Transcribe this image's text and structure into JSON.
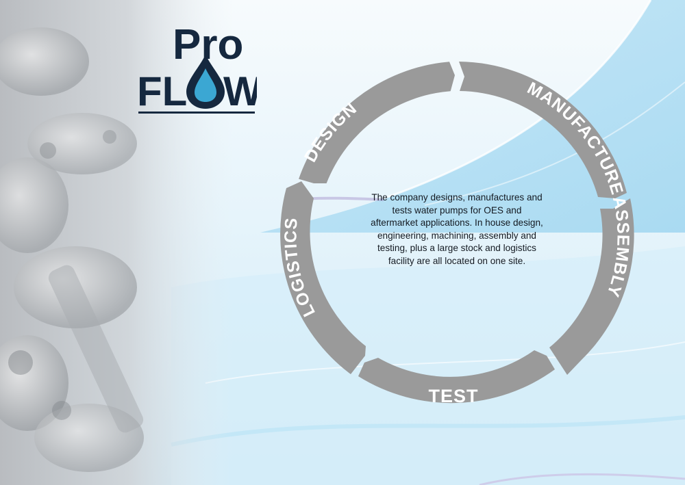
{
  "brand": {
    "line1": "Pro",
    "line2_left": "FL",
    "line2_right": "W",
    "drop_icon": "water-drop-icon",
    "colors": {
      "navy": "#15283f",
      "drop": "#3ba7d3"
    }
  },
  "cycle": {
    "segments": [
      {
        "label": "DESIGN"
      },
      {
        "label": "MANUFACTURE"
      },
      {
        "label": "ASSEMBLY"
      },
      {
        "label": "TEST"
      },
      {
        "label": "LOGISTICS"
      }
    ],
    "color": "#9a9a9a",
    "text_color": "#ffffff"
  },
  "description": {
    "lines": [
      "The company designs, manufactures and",
      "tests water pumps for OES and",
      "aftermarket applications. In house design,",
      "engineering, machining, assembly and",
      "testing, plus a large stock and logistics",
      "facility are all located on one site."
    ]
  },
  "background": {
    "left_image": "water-pump-castings-photo",
    "right": "light-blue-abstract-waves"
  }
}
